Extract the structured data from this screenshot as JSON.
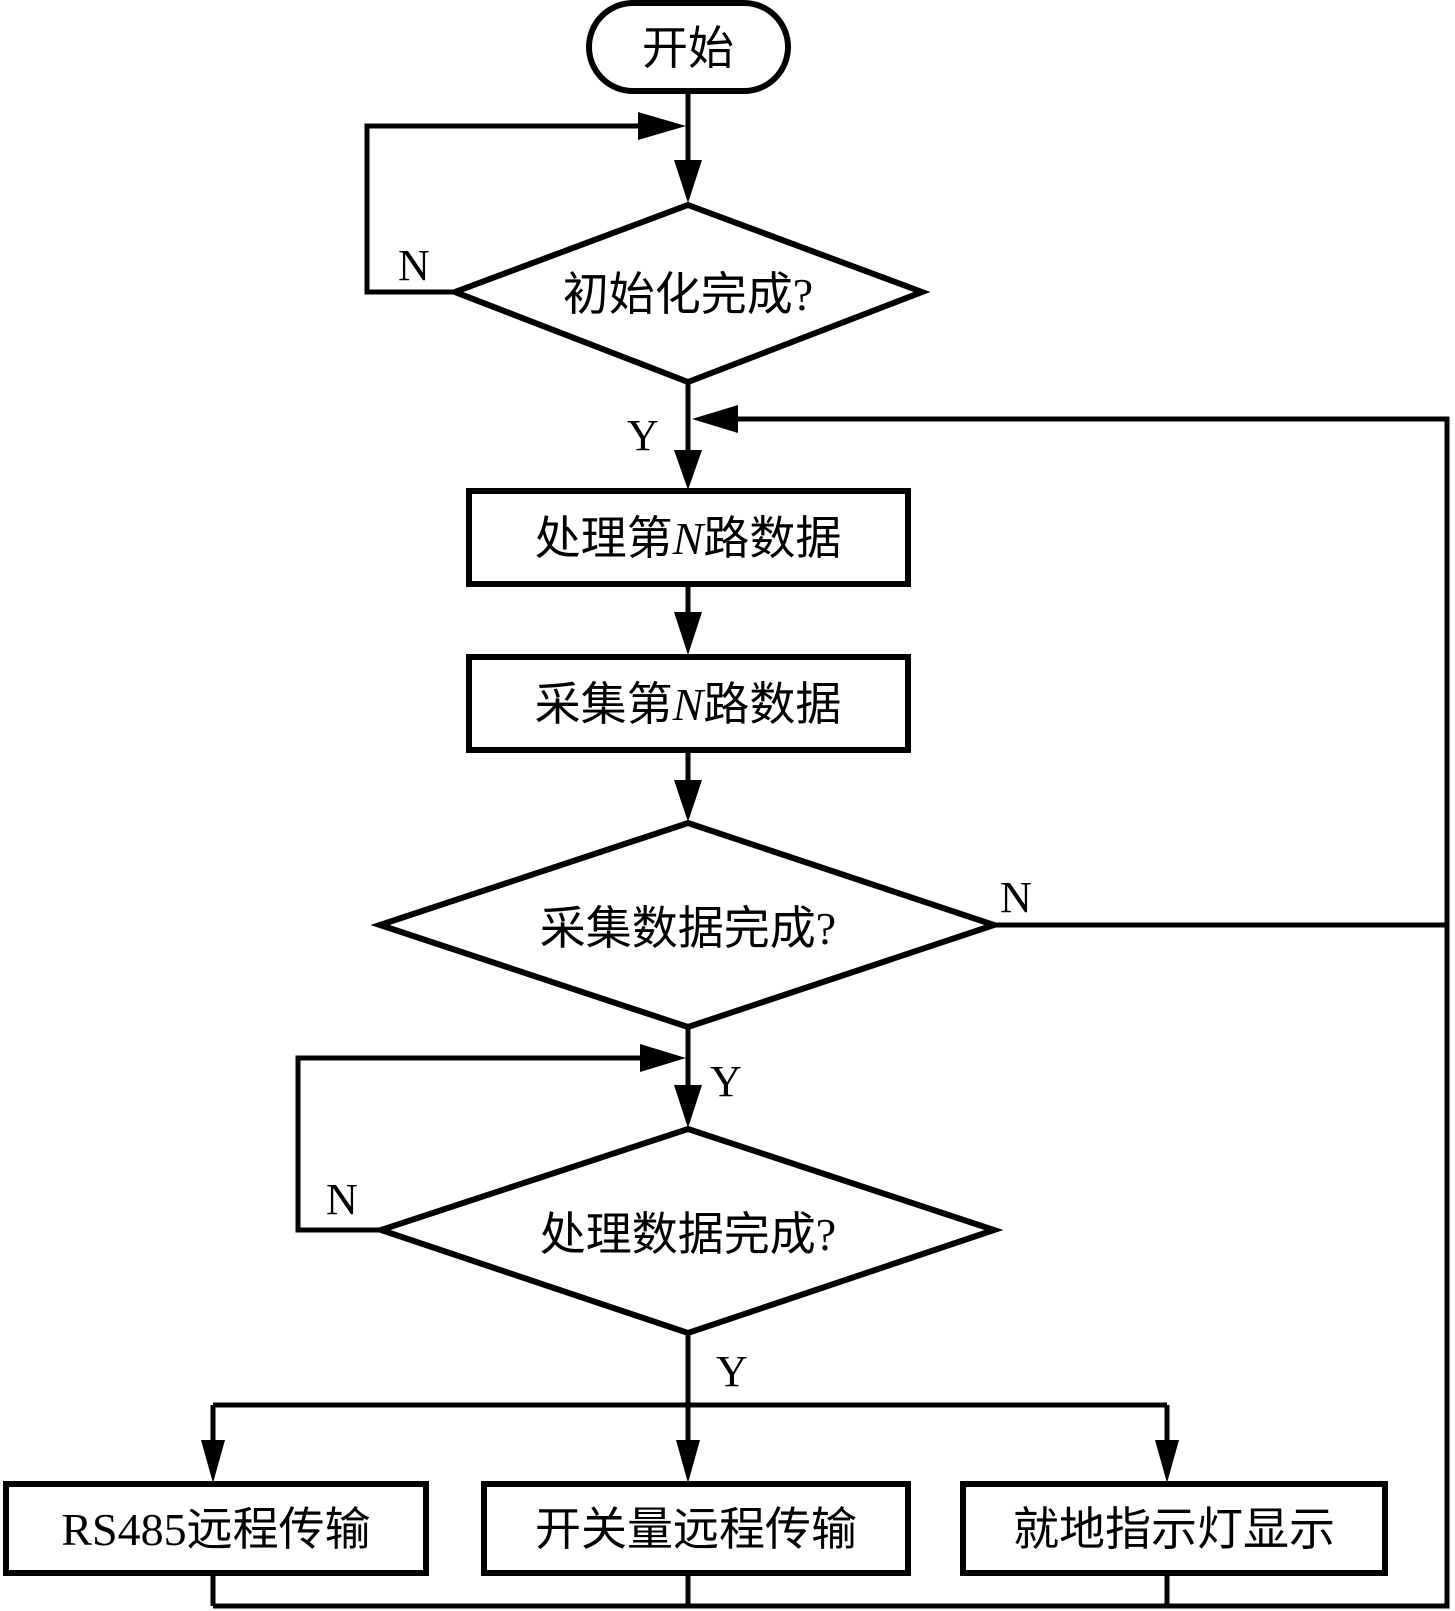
{
  "diagram": {
    "type": "flowchart",
    "nodes": {
      "start": {
        "label": "开始",
        "shape": "terminator"
      },
      "init_check": {
        "label": "初始化完成?",
        "shape": "decision"
      },
      "process_n": {
        "label": "处理第N路数据",
        "label_prefix": "处理第",
        "label_var": "N",
        "label_suffix": "路数据",
        "shape": "process"
      },
      "collect_n": {
        "label": "采集第N路数据",
        "label_prefix": "采集第",
        "label_var": "N",
        "label_suffix": "路数据",
        "shape": "process"
      },
      "collect_check": {
        "label": "采集数据完成?",
        "shape": "decision"
      },
      "process_check": {
        "label": "处理数据完成?",
        "shape": "decision"
      },
      "rs485": {
        "label": "RS485远程传输",
        "shape": "process"
      },
      "switch_tx": {
        "label": "开关量远程传输",
        "shape": "process"
      },
      "local_led": {
        "label": "就地指示灯显示",
        "shape": "process"
      }
    },
    "edge_labels": {
      "init_no": "N",
      "init_yes": "Y",
      "collect_no": "N",
      "collect_yes": "Y",
      "process_no": "N",
      "process_yes": "Y"
    },
    "edges": [
      {
        "from": "start",
        "to": "init_check"
      },
      {
        "from": "init_check",
        "to": "init_check",
        "label": "N"
      },
      {
        "from": "init_check",
        "to": "process_n",
        "label": "Y"
      },
      {
        "from": "process_n",
        "to": "collect_n"
      },
      {
        "from": "collect_n",
        "to": "collect_check"
      },
      {
        "from": "collect_check",
        "to": "process_n",
        "label": "N"
      },
      {
        "from": "collect_check",
        "to": "process_check",
        "label": "Y"
      },
      {
        "from": "process_check",
        "to": "process_check",
        "label": "N"
      },
      {
        "from": "process_check",
        "to": "rs485",
        "label": "Y"
      },
      {
        "from": "process_check",
        "to": "switch_tx",
        "label": "Y"
      },
      {
        "from": "process_check",
        "to": "local_led",
        "label": "Y"
      },
      {
        "from": "rs485",
        "to": "process_n"
      },
      {
        "from": "switch_tx",
        "to": "process_n"
      },
      {
        "from": "local_led",
        "to": "process_n"
      }
    ]
  }
}
